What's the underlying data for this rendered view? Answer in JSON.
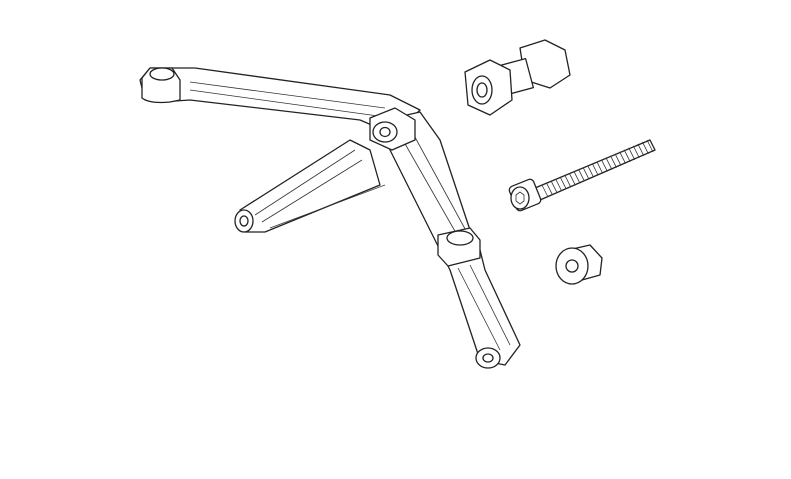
{
  "diagram": {
    "parts": [
      {
        "name": "bracket"
      },
      {
        "name": "hex-coupling-nut"
      },
      {
        "name": "cap-screw"
      },
      {
        "name": "flanged-nut"
      }
    ],
    "colors": {
      "line": "#222222",
      "background": "#ffffff"
    }
  }
}
